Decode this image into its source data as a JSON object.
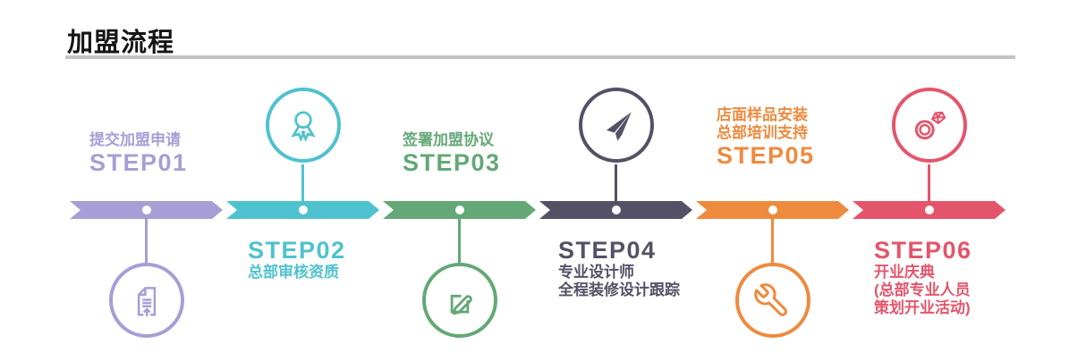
{
  "title": "加盟流程",
  "underline_color": "#c3c3c5",
  "steps": [
    {
      "step_label": "STEP01",
      "desc_lines": [
        "提交加盟申请"
      ],
      "color": "#a79ed6",
      "icon": "document-submit-icon",
      "text_position": "above-bar",
      "icon_position": "below-bar"
    },
    {
      "step_label": "STEP02",
      "desc_lines": [
        "总部审核资质"
      ],
      "color": "#4ec2ce",
      "icon": "medal-icon",
      "text_position": "below-bar",
      "icon_position": "above-bar"
    },
    {
      "step_label": "STEP03",
      "desc_lines": [
        "签署加盟协议"
      ],
      "color": "#63a876",
      "icon": "sign-edit-icon",
      "text_position": "above-bar",
      "icon_position": "below-bar"
    },
    {
      "step_label": "STEP04",
      "desc_lines": [
        "专业设计师",
        "全程装修设计跟踪"
      ],
      "color": "#545166",
      "icon": "paper-plane-icon",
      "text_position": "below-bar",
      "icon_position": "above-bar"
    },
    {
      "step_label": "STEP05",
      "desc_lines": [
        "店面样品安装",
        "总部培训支持"
      ],
      "color": "#ee8a3e",
      "icon": "wrench-icon",
      "text_position": "above-bar",
      "icon_position": "below-bar"
    },
    {
      "step_label": "STEP06",
      "desc_lines": [
        "开业庆典",
        "(总部专业人员",
        "策划开业活动)"
      ],
      "color": "#e4556b",
      "icon": "diamond-ring-icon",
      "text_position": "below-bar",
      "icon_position": "above-bar"
    }
  ]
}
